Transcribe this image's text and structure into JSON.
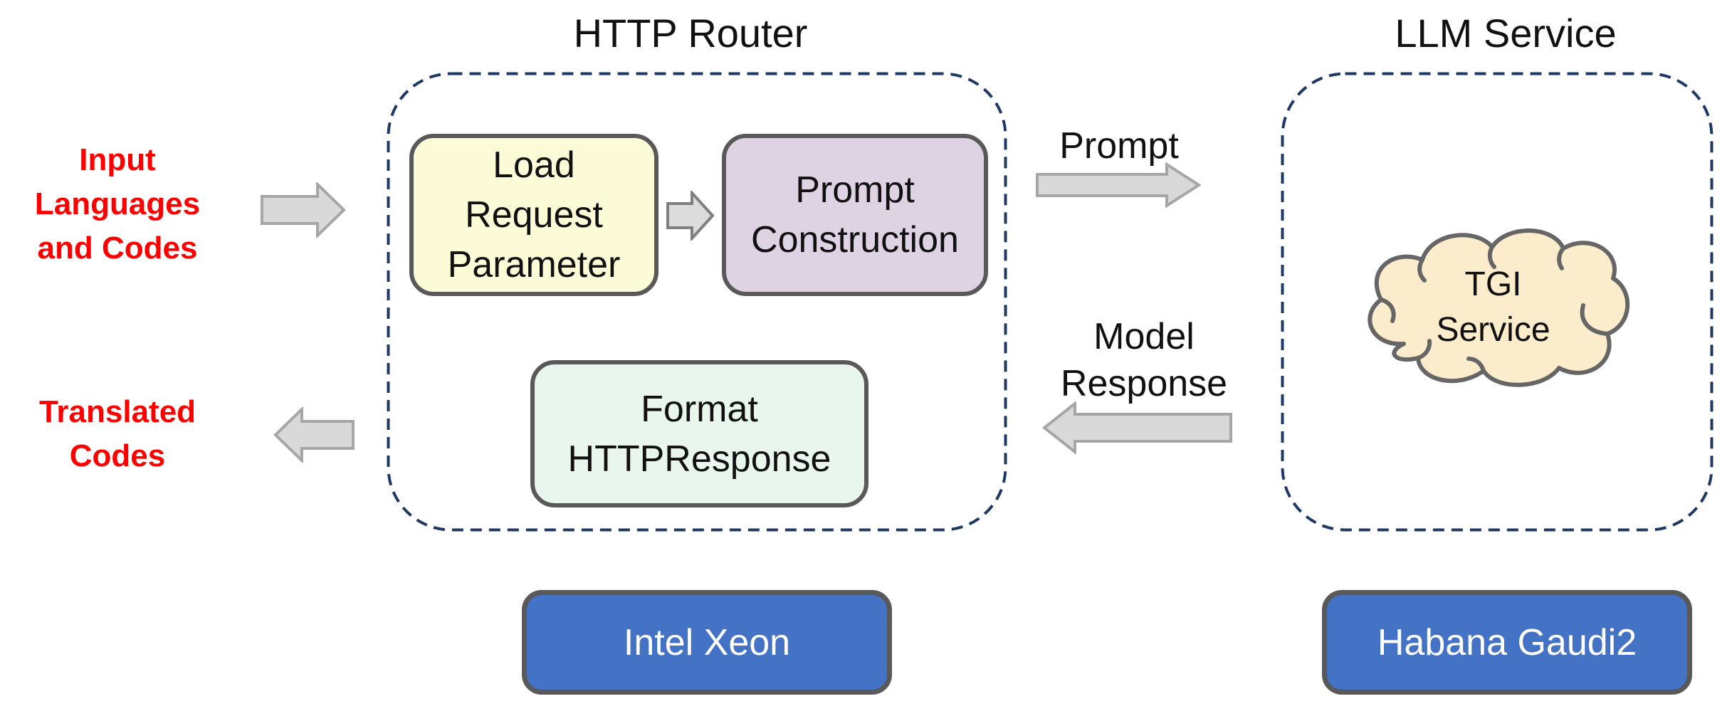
{
  "titles": {
    "http_router": "HTTP Router",
    "llm_service": "LLM Service"
  },
  "side_labels": {
    "input": "Input\nLanguages\nand Codes",
    "output": "Translated\nCodes"
  },
  "flow_labels": {
    "prompt": "Prompt",
    "model_response": "Model\nResponse"
  },
  "router_nodes": {
    "load_request_parameter": "Load\nRequest\nParameter",
    "prompt_construction": "Prompt\nConstruction",
    "format_http_response": "Format\nHTTPResponse"
  },
  "llm_nodes": {
    "tgi_service": "TGI\nService"
  },
  "hardware": {
    "intel_xeon": "Intel Xeon",
    "habana_gaudi2": "Habana Gaudi2"
  },
  "icons": {
    "input_arrow": "arrow-right",
    "output_arrow": "arrow-left",
    "step_arrow": "arrow-right",
    "prompt_arrow": "arrow-right",
    "model_response_arrow": "arrow-left",
    "tgi_cloud": "cloud"
  },
  "colors": {
    "red_label": "#FF0000",
    "dashed_boundary": "#1F3864",
    "node_border": "#595959",
    "load_request_fill": "#FBFBD8",
    "prompt_construction_fill": "#DED3E3",
    "format_response_fill": "#E9F6EE",
    "cloud_fill": "#FBEDCB",
    "cloud_border": "#666666",
    "hardware_fill": "#4472C4",
    "hardware_text": "#FFFFFF",
    "arrow_fill": "#D9D9D9",
    "arrow_border": "#A6A6A6"
  }
}
